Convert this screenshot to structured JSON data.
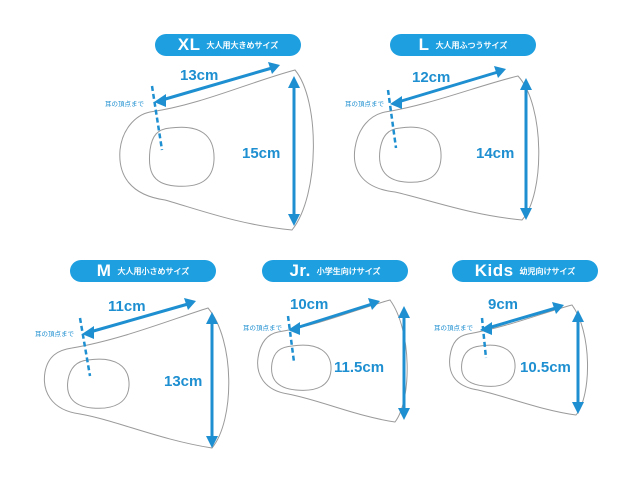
{
  "accent_color": "#1e9fe0",
  "ear_note": "耳の頂点まで",
  "sizes": [
    {
      "size": "XL",
      "description": "大人用大きめサイズ",
      "width": "13cm",
      "height": "15cm"
    },
    {
      "size": "L",
      "description": "大人用ふつうサイズ",
      "width": "12cm",
      "height": "14cm"
    },
    {
      "size": "M",
      "description": "大人用小さめサイズ",
      "width": "11cm",
      "height": "13cm"
    },
    {
      "size": "Jr.",
      "description": "小学生向けサイズ",
      "width": "10cm",
      "height": "11.5cm"
    },
    {
      "size": "Kids",
      "description": "幼児向けサイズ",
      "width": "9cm",
      "height": "10.5cm"
    }
  ]
}
